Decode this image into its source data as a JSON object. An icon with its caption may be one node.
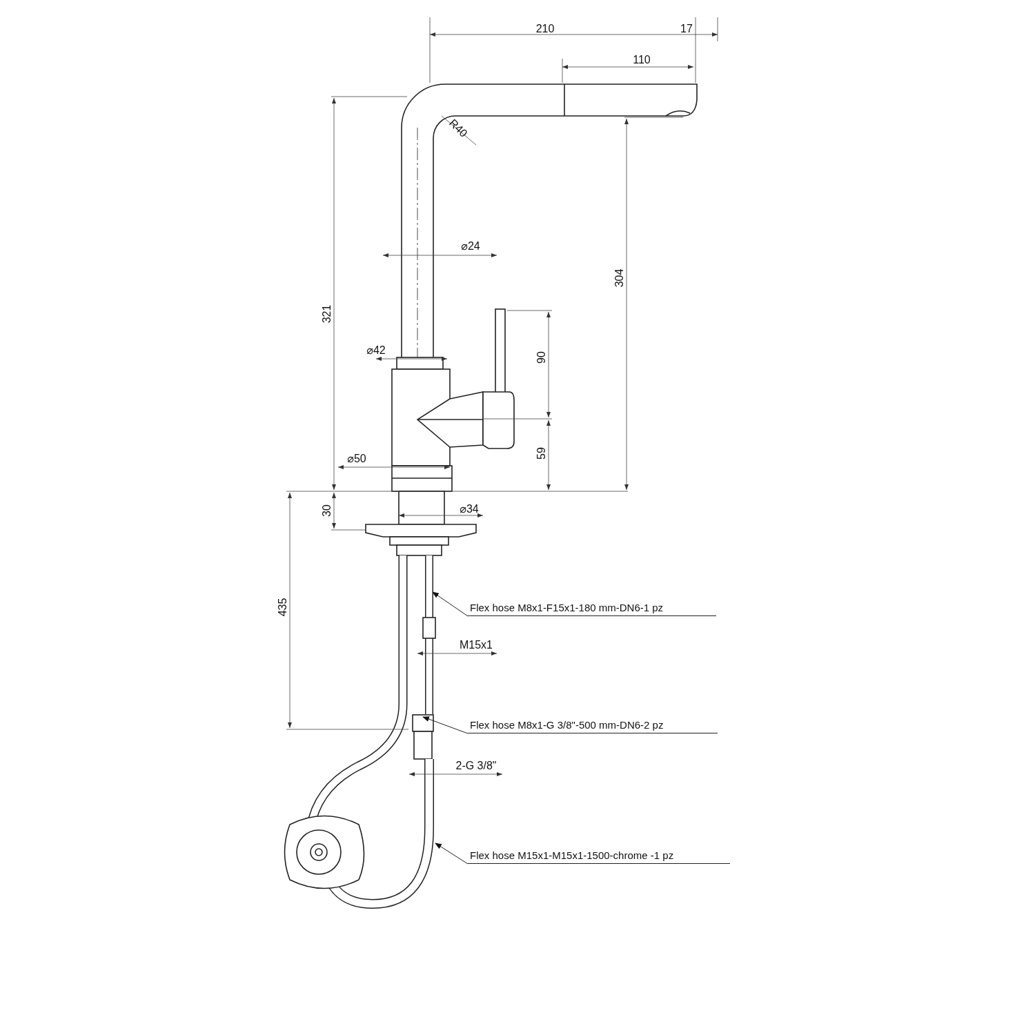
{
  "diagram": {
    "nodes": [
      {
        "text": [
          "Flex hose M8x1-F15x1-180 mm-DN6-1 pz"
        ]
      },
      {
        "text": [
          "Flex hose M8x1-G 3/8\"-500 mm-DN6-2 pz"
        ]
      },
      {
        "text": [
          "Flex hose M15x1-M15x1-1500-chrome -1 pz"
        ]
      }
    ],
    "edges": [
      {
        "from": 0,
        "to": null,
        "arrow": "to"
      },
      {
        "from": 1,
        "to": null,
        "arrow": "to"
      },
      {
        "from": 2,
        "to": null,
        "arrow": "to"
      }
    ],
    "labels": [
      "210",
      "17",
      "110",
      "R40",
      "⌀24",
      "304",
      "321",
      "⌀42",
      "90",
      "59",
      "⌀50",
      "⌀34",
      "30",
      "435",
      "M15x1",
      "2-G 3/8\""
    ]
  }
}
